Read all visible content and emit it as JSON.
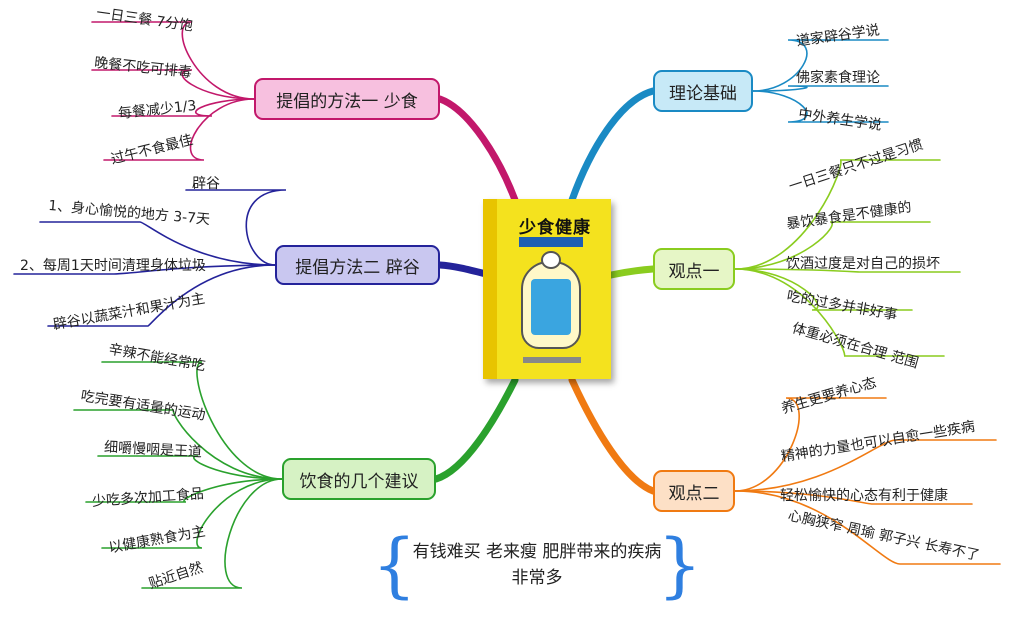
{
  "center": {
    "title": "少食健康"
  },
  "nodes": {
    "top_left": {
      "title": "提倡的方法一 少食",
      "color": "#c2186b",
      "fill": "#f7c0df",
      "items": [
        "一日三餐 7分饱",
        "晚餐不吃可排毒",
        "每餐减少1/3",
        "过午不食最佳"
      ]
    },
    "mid_left": {
      "title": "提倡方法二 辟谷",
      "color": "#24239a",
      "fill": "#c9c7f0",
      "items": [
        "辟谷",
        "1、身心愉悦的地方 3-7天",
        "2、每周1天时间清理身体垃圾",
        "辟谷以蔬菜汁和果汁为主"
      ]
    },
    "bottom_left": {
      "title": "饮食的几个建议",
      "color": "#2aa12d",
      "fill": "#d6f2c4",
      "items": [
        "辛辣不能经常吃",
        "吃完要有适量的运动",
        "细嚼慢咽是王道",
        "少吃多次加工食品",
        "以健康熟食为主",
        "贴近自然"
      ]
    },
    "top_right": {
      "title": "理论基础",
      "color": "#1a8ac4",
      "fill": "#c7e9f7",
      "items": [
        "道家辟谷学说",
        "佛家素食理论",
        "中外养生学说"
      ]
    },
    "mid_right": {
      "title": "观点一",
      "color": "#8acc1f",
      "fill": "#e6f6c6",
      "items": [
        "一日三餐只不过是习惯",
        "暴饮暴食是不健康的",
        "饮酒过度是对自己的损坏",
        "吃的过多并非好事",
        "体重必须在合理 范围"
      ]
    },
    "bottom_right": {
      "title": "观点二",
      "color": "#f07a12",
      "fill": "#fde0c6",
      "items": [
        "养生更要养心态",
        "精神的力量也可以自愈一些疾病",
        "轻松愉快的心态有利于健康",
        "心胸狭窄 周瑜 郭子兴 长寿不了"
      ]
    }
  },
  "summary": {
    "line1": "有钱难买 老来瘦 肥胖带来的疾病",
    "line2": "非常多"
  }
}
